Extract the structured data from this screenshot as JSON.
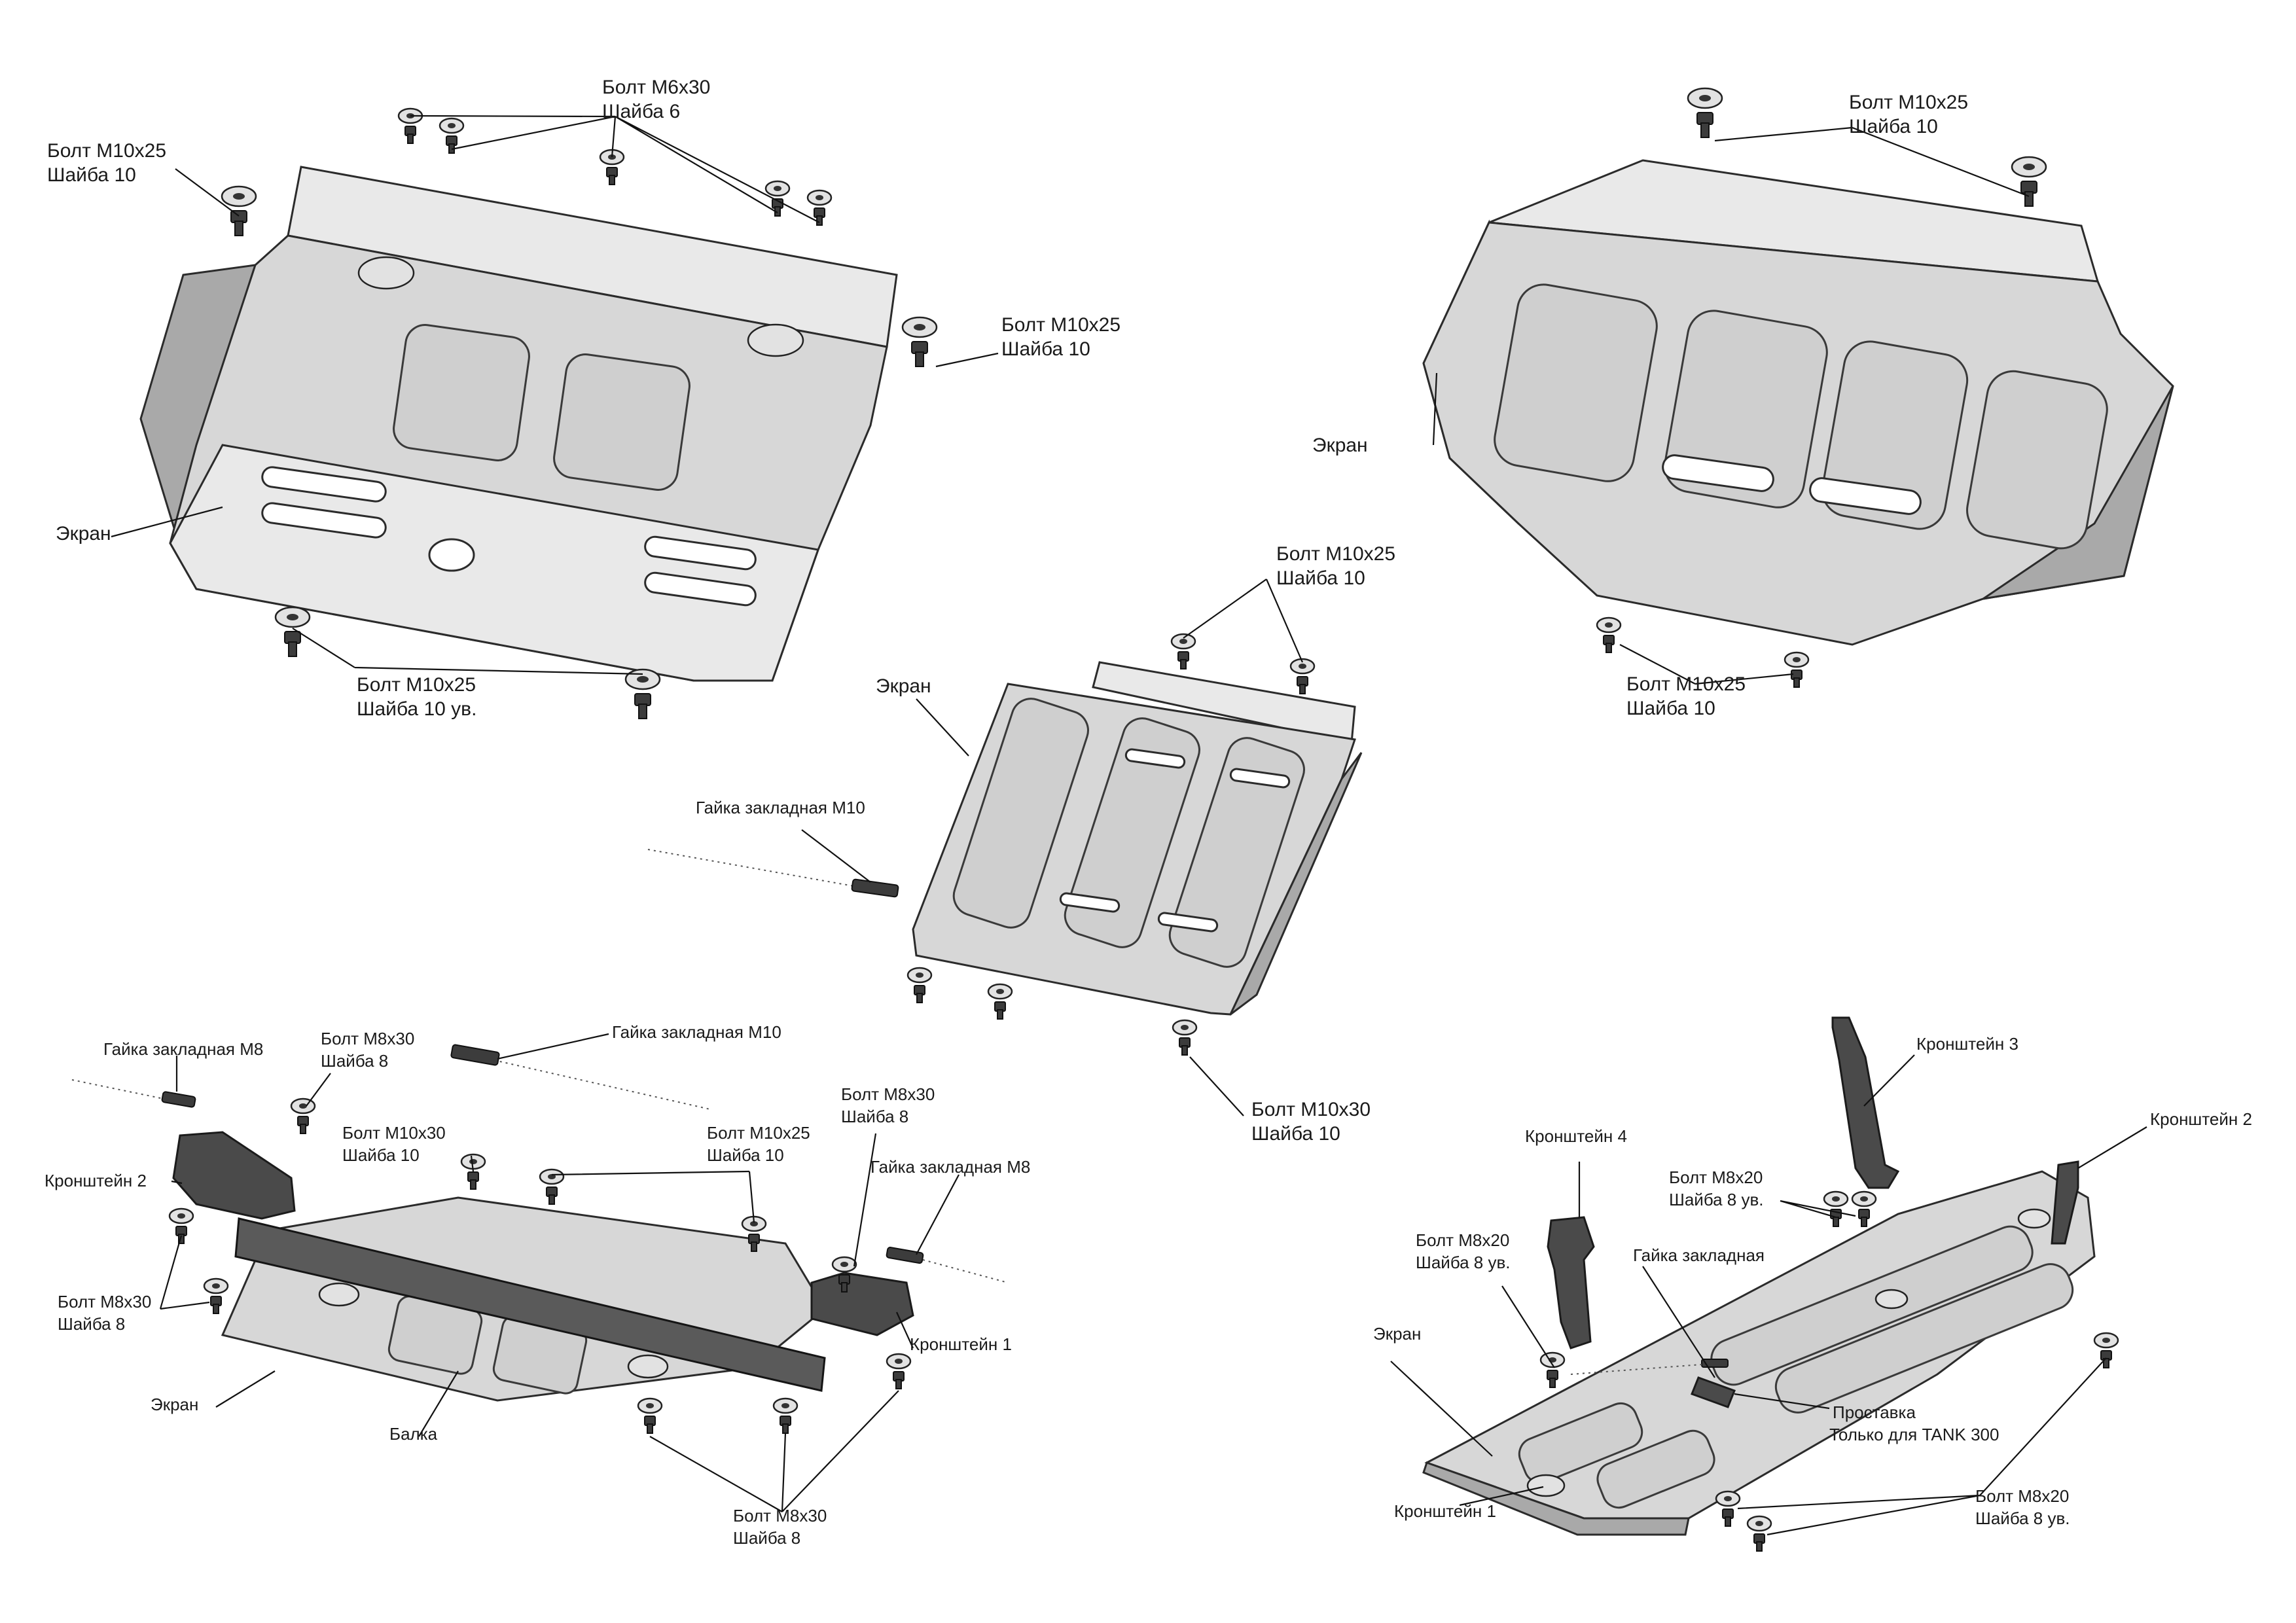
{
  "labels": {
    "a_bolt_m6": "Болт М6х30",
    "a_washer_6": "Шайба 6",
    "a_bolt_m10_left": "Болт М10х25",
    "a_washer_10_left": "Шайба 10",
    "a_bolt_m10_right": "Болт М10х25",
    "a_washer_10_right": "Шайба 10",
    "a_screen": "Экран",
    "a_bolt_m10_bottom": "Болт М10х25",
    "a_washer_10_bottom": "Шайба 10 ув.",
    "b_bolt_m10_top": "Болт М10х25",
    "b_washer_10_top": "Шайба 10",
    "b_screen": "Экран",
    "b_bolt_m10_bottom": "Болт М10х25",
    "b_washer_10_bottom": "Шайба 10",
    "c_bolt_m10_top": "Болт М10х25",
    "c_washer_10_top": "Шайба 10",
    "c_screen": "Экран",
    "c_nut_m10": "Гайка закладная М10",
    "c_bolt_m10x30": "Болт М10х30",
    "c_washer_10_bottom": "Шайба 10",
    "d_nut_m8_left": "Гайка закладная М8",
    "d_bolt_m8_top": "Болт М8х30",
    "d_washer_8_top": "Шайба 8",
    "d_nut_m10": "Гайка закладная М10",
    "d_bracket_2": "Кронштейн 2",
    "d_bolt_m10x30": "Болт М10х30",
    "d_washer_10_a": "Шайба 10",
    "d_bolt_m10x25": "Болт М10х25",
    "d_washer_10_b": "Шайба 10",
    "d_bolt_m8_right": "Болт М8х30",
    "d_washer_8_right": "Шайба 8",
    "d_nut_m8_right": "Гайка закладная М8",
    "d_bolt_m8_left": "Болт М8х30",
    "d_washer_8_left": "Шайба 8",
    "d_bracket_1": "Кронштейн 1",
    "d_screen": "Экран",
    "d_beam": "Балка",
    "d_bolt_m8_bottom": "Болт М8х30",
    "d_washer_8_bottom": "Шайба 8",
    "e_bracket_3": "Кронштейн 3",
    "e_bracket_4": "Кронштейн 4",
    "e_bracket_2": "Кронштейн 2",
    "e_bolt_m8_top": "Болт М8х20",
    "e_washer_8_top": "Шайба 8 ув.",
    "e_bolt_m8_left": "Болт М8х20",
    "e_washer_8_left": "Шайба 8 ув.",
    "e_nut": "Гайка закладная",
    "e_screen": "Экран",
    "e_spacer": "Проставка",
    "e_spacer_note": "Только для TANK 300",
    "e_bracket_1": "Кронштейн 1",
    "e_bolt_m8_bottom": "Болт М8х20",
    "e_washer_8_bottom": "Шайба 8 ув."
  }
}
